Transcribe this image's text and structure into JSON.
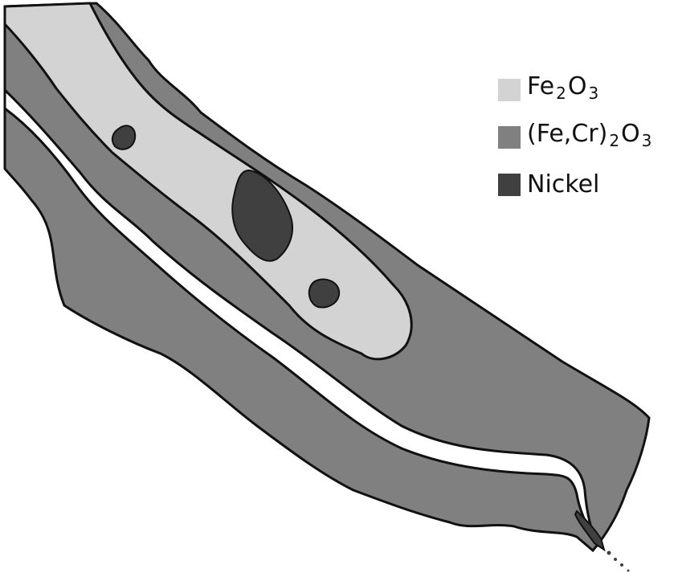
{
  "colors": {
    "background": "#ffffff",
    "outline": "#111111",
    "fe2o3": "#d3d3d3",
    "fecr2o3": "#808080",
    "nickel": "#404040"
  },
  "legend": {
    "items": [
      {
        "key": "fe2o3",
        "parts": [
          {
            "t": "Fe"
          },
          {
            "t": "2",
            "sub": true
          },
          {
            "t": "O"
          },
          {
            "t": "3",
            "sub": true
          }
        ]
      },
      {
        "key": "fecr2o3",
        "parts": [
          {
            "t": "(Fe,Cr)"
          },
          {
            "t": "2",
            "sub": true
          },
          {
            "t": "O"
          },
          {
            "t": "3",
            "sub": true
          }
        ]
      },
      {
        "key": "nickel",
        "parts": [
          {
            "t": "Nickel"
          }
        ]
      }
    ]
  }
}
